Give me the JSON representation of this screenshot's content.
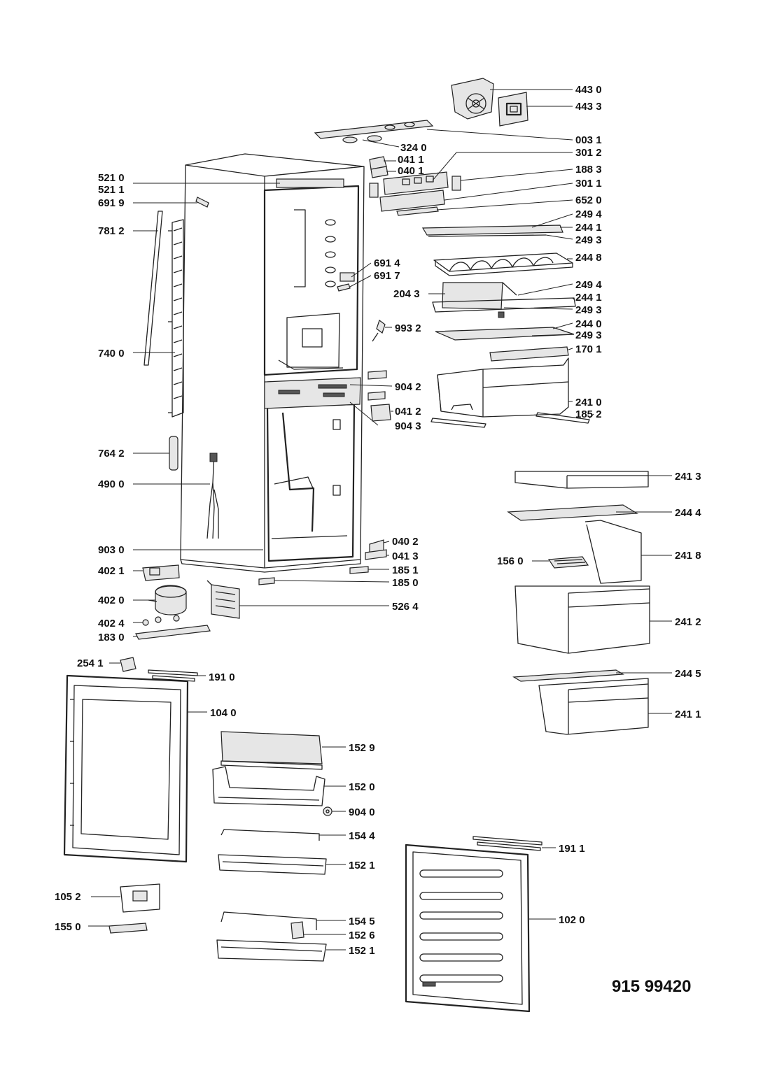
{
  "document_number": "915 99420",
  "labels": {
    "l4430": "443 0",
    "l4433": "443 3",
    "l0031": "003 1",
    "l3240": "324 0",
    "l0411a": "041 1",
    "l0401": "040 1",
    "l3012": "301 2",
    "l1883": "188 3",
    "l3011": "301 1",
    "l6520": "652 0",
    "l5210": "521 0",
    "l5211": "521 1",
    "l6919": "691 9",
    "l7812": "781 2",
    "l2494a": "249 4",
    "l2441a": "244 1",
    "l2493a": "249 3",
    "l2448": "244 8",
    "l6914": "691 4",
    "l6917": "691 7",
    "l2043": "204 3",
    "l2494b": "249 4",
    "l2441b": "244 1",
    "l2493b": "249 3",
    "l9932": "993 2",
    "l2440": "244 0",
    "l2493c": "249 3",
    "l7400": "740 0",
    "l1701": "170 1",
    "l9042": "904 2",
    "l2410": "241 0",
    "l0412": "041 2",
    "l1852": "185 2",
    "l9043": "904 3",
    "l7642": "764 2",
    "l2413": "241 3",
    "l4900": "490 0",
    "l2444": "244 4",
    "l0402": "040 2",
    "l9030": "903 0",
    "l0413": "041 3",
    "l1560": "156 0",
    "l2418": "241 8",
    "l4021": "402 1",
    "l1851": "185 1",
    "l1850": "185 0",
    "l4020": "402 0",
    "l5264": "526 4",
    "l2412": "241 2",
    "l4024": "402 4",
    "l1830": "183 0",
    "l2541": "254 1",
    "l1910": "191 0",
    "l2445": "244 5",
    "l1040": "104 0",
    "l2411": "241 1",
    "l1529": "152 9",
    "l1520": "152 0",
    "l9040": "904 0",
    "l1544": "154 4",
    "l1911": "191 1",
    "l1521a": "152 1",
    "l1052": "105 2",
    "l1545": "154 5",
    "l1020": "102 0",
    "l1550": "155 0",
    "l1526": "152 6",
    "l1521b": "152 1"
  }
}
